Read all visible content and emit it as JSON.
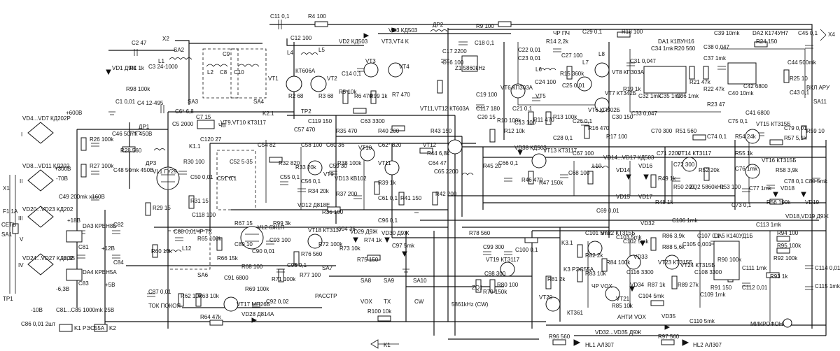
{
  "labels": [
    {
      "id": "c11",
      "text": "C11 0,1"
    },
    {
      "id": "r4",
      "text": "R4 100"
    },
    {
      "id": "vd3",
      "text": "VD3 КД503"
    },
    {
      "id": "vt3vt4",
      "text": "VT3,VT4  K"
    },
    {
      "id": "dr2",
      "text": "ДР2"
    },
    {
      "id": "r9",
      "text": "R9 100"
    },
    {
      "id": "chr_pch",
      "text": "ЧР ПЧ"
    },
    {
      "id": "r14",
      "text": "R14 2,2k"
    },
    {
      "id": "c29",
      "text": "C29 0,1"
    },
    {
      "id": "r18",
      "text": "R18 100"
    },
    {
      "id": "da1",
      "text": "DA1 К1ВУН16"
    },
    {
      "id": "c34",
      "text": "C34 1mk"
    },
    {
      "id": "r20",
      "text": "R20 560"
    },
    {
      "id": "c39",
      "text": "C39 10mk"
    },
    {
      "id": "da2",
      "text": "DA2 К174УН7"
    },
    {
      "id": "c45",
      "text": "C45 0,1"
    },
    {
      "id": "r24",
      "text": "R24 150"
    },
    {
      "id": "x4",
      "text": "X4"
    },
    {
      "id": "c44",
      "text": "C44 500mk"
    },
    {
      "id": "c2",
      "text": "C2 47"
    },
    {
      "id": "vd1",
      "text": "VD1 Д9Ж"
    },
    {
      "id": "r1",
      "text": "R1 1k"
    },
    {
      "id": "c3",
      "text": "C3 24-1000"
    },
    {
      "id": "x2",
      "text": "X2"
    },
    {
      "id": "sa2",
      "text": "SA2"
    },
    {
      "id": "l1",
      "text": "L1"
    },
    {
      "id": "c9",
      "text": "C9"
    },
    {
      "id": "c12",
      "text": "C12 100"
    },
    {
      "id": "l4",
      "text": "L4"
    },
    {
      "id": "l5",
      "text": "L5"
    },
    {
      "id": "vd2",
      "text": "VD2 КД503"
    },
    {
      "id": "vt3",
      "text": "VT3"
    },
    {
      "id": "vt4",
      "text": "VT4"
    },
    {
      "id": "c17",
      "text": "C17 2200"
    },
    {
      "id": "c18",
      "text": "C18 0,1"
    },
    {
      "id": "c16",
      "text": "C16 100"
    },
    {
      "id": "c22",
      "text": "C22 0,01"
    },
    {
      "id": "c23",
      "text": "C23 0,01"
    },
    {
      "id": "l6",
      "text": "L6"
    },
    {
      "id": "c27",
      "text": "C27 100"
    },
    {
      "id": "l7",
      "text": "L7"
    },
    {
      "id": "l8",
      "text": "L8"
    },
    {
      "id": "vt8",
      "text": "VT8 КП303А"
    },
    {
      "id": "c31",
      "text": "C31 0,047"
    },
    {
      "id": "c38",
      "text": "C38 0,047"
    },
    {
      "id": "c37",
      "text": "C37 1mk"
    },
    {
      "id": "sa3",
      "text": "SA3"
    },
    {
      "id": "l2",
      "text": "L2"
    },
    {
      "id": "c8",
      "text": "C8"
    },
    {
      "id": "c10",
      "text": "C10"
    },
    {
      "id": "sa4",
      "text": "SA4"
    },
    {
      "id": "vt1",
      "text": "VT1"
    },
    {
      "id": "vt2",
      "text": "VT2"
    },
    {
      "id": "kt606a",
      "text": "КТ606А"
    },
    {
      "id": "c14",
      "text": "C14 0,1"
    },
    {
      "id": "r5",
      "text": "R5 10k"
    },
    {
      "id": "r6",
      "text": "R6 470"
    },
    {
      "id": "r99",
      "text": "R99 1k"
    },
    {
      "id": "r7",
      "text": "R7 470"
    },
    {
      "id": "z1",
      "text": "Z1 5860kHz"
    },
    {
      "id": "vt5",
      "text": "VT5"
    },
    {
      "id": "vt6",
      "text": "VT6 КП303А"
    },
    {
      "id": "c24",
      "text": "C24 100"
    },
    {
      "id": "r15",
      "text": "R15 360k"
    },
    {
      "id": "c25",
      "text": "C25 0,01"
    },
    {
      "id": "vt7",
      "text": "VT7 КТ342Б"
    },
    {
      "id": "r19",
      "text": "R19 1k"
    },
    {
      "id": "c32",
      "text": "C32 1mk"
    },
    {
      "id": "c33",
      "text": "C33 0,047"
    },
    {
      "id": "c35",
      "text": "C35 1mk"
    },
    {
      "id": "c36",
      "text": "C36 1mk"
    },
    {
      "id": "r21",
      "text": "R21 47k"
    },
    {
      "id": "r22",
      "text": "R22 47k"
    },
    {
      "id": "c40",
      "text": "C40 10mk"
    },
    {
      "id": "c42",
      "text": "C42 6800"
    },
    {
      "id": "r25",
      "text": "R25 10"
    },
    {
      "id": "c43",
      "text": "C43 0,1"
    },
    {
      "id": "vkl_aru",
      "text": "ВКЛ АРУ"
    },
    {
      "id": "sa11",
      "text": "SA11"
    },
    {
      "id": "r23",
      "text": "R23 47"
    },
    {
      "id": "c41",
      "text": "C41 6800"
    },
    {
      "id": "r98",
      "text": "R98 100k"
    },
    {
      "id": "c1",
      "text": "C1 0,01"
    },
    {
      "id": "c4",
      "text": "C4 12-495"
    },
    {
      "id": "r2",
      "text": "R2 68"
    },
    {
      "id": "r3",
      "text": "R3 68"
    },
    {
      "id": "tr2",
      "text": "ТР2"
    },
    {
      "id": "c5",
      "text": "C5 2000"
    },
    {
      "id": "c6",
      "text": "C6* 6,8"
    },
    {
      "id": "k2_1",
      "text": "K2.1"
    },
    {
      "id": "vt9vt10",
      "text": "VT9,VT10 КТ3117"
    },
    {
      "id": "c19",
      "text": "C19 100"
    },
    {
      "id": "vt11vt12",
      "text": "VT11,VT12 КТ603А"
    },
    {
      "id": "c13",
      "text": "C13 100"
    },
    {
      "id": "c26",
      "text": "C26 0,1"
    },
    {
      "id": "r13",
      "text": "R13 100k"
    },
    {
      "id": "vt6b",
      "text": "VT6 КП302Б"
    },
    {
      "id": "c30",
      "text": "C30 150"
    },
    {
      "id": "c20",
      "text": "C20 15"
    },
    {
      "id": "c117",
      "text": "C117 180"
    },
    {
      "id": "r10",
      "text": "R10 100k"
    },
    {
      "id": "c21",
      "text": "C21 0,1"
    },
    {
      "id": "r11",
      "text": "R11 470"
    },
    {
      "id": "r12",
      "text": "R12 10k"
    },
    {
      "id": "r16",
      "text": "R16 470"
    },
    {
      "id": "c28",
      "text": "C28 0,1"
    },
    {
      "id": "r17",
      "text": "R17 100"
    },
    {
      "id": "c75",
      "text": "C75 0,1"
    },
    {
      "id": "vd4vd7",
      "text": "VD4...VD7 КД202Р"
    },
    {
      "id": "plus600",
      "text": "+600В"
    },
    {
      "id": "c46",
      "text": "C46 50mk 450В"
    },
    {
      "id": "r26",
      "text": "R26 100k"
    },
    {
      "id": "dr1",
      "text": "ДР1"
    },
    {
      "id": "c7",
      "text": "C7 15"
    },
    {
      "id": "chv",
      "text": "ЧВ"
    },
    {
      "id": "c120",
      "text": "C120 27"
    },
    {
      "id": "c119",
      "text": "C119 150"
    },
    {
      "id": "c63",
      "text": "C63 3300"
    },
    {
      "id": "c57",
      "text": "C57 470"
    },
    {
      "id": "r35",
      "text": "R35 470"
    },
    {
      "id": "r40",
      "text": "R40 200"
    },
    {
      "id": "vt12",
      "text": "VT12"
    },
    {
      "id": "r43",
      "text": "R43 150"
    },
    {
      "id": "r44",
      "text": "R44 6,8k"
    },
    {
      "id": "c64",
      "text": "C64 47"
    },
    {
      "id": "c65",
      "text": "C65 2200"
    },
    {
      "id": "vd8vd11",
      "text": "VD8...VD11 КД202"
    },
    {
      "id": "r27",
      "text": "R27 100k"
    },
    {
      "id": "c48",
      "text": "C48 50mk 450В"
    },
    {
      "id": "r28",
      "text": "R28 560"
    },
    {
      "id": "dr3",
      "text": "ДР3"
    },
    {
      "id": "k1_1",
      "text": "K1.1"
    },
    {
      "id": "r30",
      "text": "R30 100"
    },
    {
      "id": "c54",
      "text": "C54 82"
    },
    {
      "id": "c58",
      "text": "C58 100"
    },
    {
      "id": "c60",
      "text": "C60 36"
    },
    {
      "id": "c62",
      "text": "C62* 820"
    },
    {
      "id": "vt9",
      "text": "VT9"
    },
    {
      "id": "vt10",
      "text": "VT10"
    },
    {
      "id": "vt11",
      "text": "VT11"
    },
    {
      "id": "c52",
      "text": "C52 5-35"
    },
    {
      "id": "r32",
      "text": "R32 820"
    },
    {
      "id": "r33",
      "text": "R33 20k"
    },
    {
      "id": "c59",
      "text": "C59 30"
    },
    {
      "id": "r38",
      "text": "R38 100k"
    },
    {
      "id": "vd13",
      "text": "VD13 КВ102"
    },
    {
      "id": "r39",
      "text": "R39 1k"
    },
    {
      "id": "r45",
      "text": "R45 20"
    },
    {
      "id": "vd38",
      "text": "VD38 КД503"
    },
    {
      "id": "vt13",
      "text": "VT13 КТ3117"
    },
    {
      "id": "c67",
      "text": "C67 100"
    },
    {
      "id": "l10",
      "text": "L10"
    },
    {
      "id": "vd14vd17",
      "text": "VD14...VD17 КД503"
    },
    {
      "id": "r49",
      "text": "R49 1k"
    },
    {
      "id": "c70",
      "text": "C70 300"
    },
    {
      "id": "r51",
      "text": "R51 560"
    },
    {
      "id": "c74",
      "text": "C74 0,1"
    },
    {
      "id": "r54",
      "text": "R54 24k"
    },
    {
      "id": "vt15vt16",
      "text": "VT15 КТ315Б"
    },
    {
      "id": "c79",
      "text": "C79 0,01"
    },
    {
      "id": "r57",
      "text": "R57 5,1k"
    },
    {
      "id": "r59",
      "text": "R59 10"
    },
    {
      "id": "pm300",
      "text": "+300В"
    },
    {
      "id": "m70",
      "text": "-70В"
    },
    {
      "id": "vl1",
      "text": "VL1 ГУ29"
    },
    {
      "id": "c49",
      "text": "C49 200mk x160В"
    },
    {
      "id": "r29",
      "text": "R29 15"
    },
    {
      "id": "r31",
      "text": "R31 15"
    },
    {
      "id": "c50",
      "text": "C50 0,01"
    },
    {
      "id": "c51",
      "text": "C51 0,1"
    },
    {
      "id": "c55",
      "text": "C55 0,1"
    },
    {
      "id": "c56",
      "text": "C56 0,1"
    },
    {
      "id": "r34",
      "text": "R34 20k"
    },
    {
      "id": "r37",
      "text": "R37 200"
    },
    {
      "id": "vd12",
      "text": "VD12 Д818Е"
    },
    {
      "id": "c61",
      "text": "C61 0,1"
    },
    {
      "id": "r41",
      "text": "R41 150"
    },
    {
      "id": "r42",
      "text": "R42 200"
    },
    {
      "id": "c66",
      "text": "C66 0,1"
    },
    {
      "id": "r46",
      "text": "R46 470"
    },
    {
      "id": "r47",
      "text": "R47 150k"
    },
    {
      "id": "c68",
      "text": "C68 100"
    },
    {
      "id": "vd14",
      "text": "VD14"
    },
    {
      "id": "vd15",
      "text": "VD15"
    },
    {
      "id": "vd16",
      "text": "VD16"
    },
    {
      "id": "vd17",
      "text": "VD17"
    },
    {
      "id": "c71",
      "text": "C71 2200"
    },
    {
      "id": "c72",
      "text": "C72 300"
    },
    {
      "id": "vt14",
      "text": "VT14 КТ3117"
    },
    {
      "id": "r52",
      "text": "R52 20k"
    },
    {
      "id": "r50",
      "text": "R50 200"
    },
    {
      "id": "zq2",
      "text": "ZQ2 5860kHz"
    },
    {
      "id": "r53",
      "text": "R53 100"
    },
    {
      "id": "r55",
      "text": "R55 1k"
    },
    {
      "id": "c76",
      "text": "C76 1mk"
    },
    {
      "id": "vt16",
      "text": "VT16 КТ315Б"
    },
    {
      "id": "r58",
      "text": "R58 3,9k"
    },
    {
      "id": "c80",
      "text": "C80 5mk"
    },
    {
      "id": "c77",
      "text": "C77 1mk"
    },
    {
      "id": "vd18",
      "text": "VD18"
    },
    {
      "id": "c78",
      "text": "C78 0,1"
    },
    {
      "id": "r56",
      "text": "R56 100k"
    },
    {
      "id": "vd19",
      "text": "VD19"
    },
    {
      "id": "c73",
      "text": "C73 0,1"
    },
    {
      "id": "r48",
      "text": "R48 1k"
    },
    {
      "id": "c69",
      "text": "C69 0,01"
    },
    {
      "id": "x1",
      "text": "X1"
    },
    {
      "id": "f1",
      "text": "F1 1A"
    },
    {
      "id": "set",
      "text": "СЕТЬ"
    },
    {
      "id": "sa1",
      "text": "SA1"
    },
    {
      "id": "tr1",
      "text": "TP1"
    },
    {
      "id": "vd20vd23",
      "text": "VD20...VD23 КД202"
    },
    {
      "id": "p18",
      "text": "+18В"
    },
    {
      "id": "da3",
      "text": "DA3 КРЕН8Б"
    },
    {
      "id": "c82",
      "text": "C82"
    },
    {
      "id": "c81",
      "text": "C81"
    },
    {
      "id": "p12",
      "text": "+12В"
    },
    {
      "id": "c118",
      "text": "C118 100"
    },
    {
      "id": "c88",
      "text": "C88 0,01"
    },
    {
      "id": "r60",
      "text": "R60 10k"
    },
    {
      "id": "l12",
      "text": "L12"
    },
    {
      "id": "sa6",
      "text": "SA6"
    },
    {
      "id": "chr_tx",
      "text": "ЧР ТХ"
    },
    {
      "id": "r65",
      "text": "R65 100k"
    },
    {
      "id": "r66",
      "text": "R66 15k"
    },
    {
      "id": "r67",
      "text": "R67 15"
    },
    {
      "id": "vl2",
      "text": "VL2 6Ж1П"
    },
    {
      "id": "c89",
      "text": "C89 10"
    },
    {
      "id": "c90",
      "text": "C90 0,01"
    },
    {
      "id": "r68",
      "text": "R68 100"
    },
    {
      "id": "c91",
      "text": "C91 6800"
    },
    {
      "id": "r99b",
      "text": "R99 3k"
    },
    {
      "id": "vt18",
      "text": "VT18 КТ3117"
    },
    {
      "id": "c93",
      "text": "C93 100"
    },
    {
      "id": "r76",
      "text": "R76 560"
    },
    {
      "id": "r72",
      "text": "R72 100k"
    },
    {
      "id": "c94",
      "text": "C94 36"
    },
    {
      "id": "r36",
      "text": "R36 100"
    },
    {
      "id": "vd29",
      "text": "VD29 Д9Ж"
    },
    {
      "id": "r74",
      "text": "R74 1k"
    },
    {
      "id": "c96",
      "text": "C96 0,1"
    },
    {
      "id": "vd30",
      "text": "VD30 Д9Ж"
    },
    {
      "id": "c97",
      "text": "C97 5mk"
    },
    {
      "id": "r73",
      "text": "R73 10k"
    },
    {
      "id": "r75",
      "text": "R75 150"
    },
    {
      "id": "r78",
      "text": "R78 560"
    },
    {
      "id": "c99",
      "text": "C99 300"
    },
    {
      "id": "vt19",
      "text": "VT19 КТ3117"
    },
    {
      "id": "c100",
      "text": "C100 0,1"
    },
    {
      "id": "r77",
      "text": "R77 100"
    },
    {
      "id": "c95",
      "text": "C95 0,1"
    },
    {
      "id": "c98",
      "text": "C98 300"
    },
    {
      "id": "zq1",
      "text": "ZQ1"
    },
    {
      "id": "r79",
      "text": "R79 150k"
    },
    {
      "id": "r80",
      "text": "R80 100"
    },
    {
      "id": "k3_1",
      "text": "K3.1"
    },
    {
      "id": "c101",
      "text": "C101 5mk"
    },
    {
      "id": "vt22",
      "text": "VT22 КТ315Б"
    },
    {
      "id": "r82",
      "text": "R82 2k"
    },
    {
      "id": "k3",
      "text": "K3 РЭС55А"
    },
    {
      "id": "r83",
      "text": "R83 10k"
    },
    {
      "id": "vd32",
      "text": "VD32"
    },
    {
      "id": "c102",
      "text": "C102 5mk"
    },
    {
      "id": "r86",
      "text": "R86 3,9k"
    },
    {
      "id": "r88",
      "text": "R88 5,6k"
    },
    {
      "id": "c105",
      "text": "C105 0,001"
    },
    {
      "id": "c106",
      "text": "C106 1mk"
    },
    {
      "id": "c107",
      "text": "C107 0,1"
    },
    {
      "id": "da5",
      "text": "DA5 К140УД1Б"
    },
    {
      "id": "c113",
      "text": "C113 1mk"
    },
    {
      "id": "r94",
      "text": "R94 100"
    },
    {
      "id": "vd18vd19",
      "text": "VD18,VD19 Д9Ж"
    },
    {
      "id": "vd24vd27",
      "text": "VD24...VD27 КД202"
    },
    {
      "id": "m63",
      "text": "-6,3В"
    },
    {
      "id": "da4",
      "text": "DA4 КРЕН5А"
    },
    {
      "id": "c84",
      "text": "C84"
    },
    {
      "id": "c83",
      "text": "C83"
    },
    {
      "id": "p5",
      "text": "+5В"
    },
    {
      "id": "m63b",
      "text": "-6,3В"
    },
    {
      "id": "m10",
      "text": "-10В"
    },
    {
      "id": "c85",
      "text": "C81...C85 1000mk 25В"
    },
    {
      "id": "c86",
      "text": "C86 0,01 2шт"
    },
    {
      "id": "k1",
      "text": "K1 РЭС55А"
    },
    {
      "id": "k2",
      "text": "K2"
    },
    {
      "id": "c87",
      "text": "C87 0,01"
    },
    {
      "id": "tok",
      "text": "ТОК ПОКОЯ"
    },
    {
      "id": "r62",
      "text": "R62 10k"
    },
    {
      "id": "r63",
      "text": "R63 10k"
    },
    {
      "id": "vt17",
      "text": "VT17 МП26Б"
    },
    {
      "id": "r69",
      "text": "R69 100k"
    },
    {
      "id": "r71",
      "text": "R71 100k"
    },
    {
      "id": "c92",
      "text": "C92 0,02"
    },
    {
      "id": "r64",
      "text": "R64 47k"
    },
    {
      "id": "vd28",
      "text": "VD28 Д814А"
    },
    {
      "id": "sa7",
      "text": "SA7"
    },
    {
      "id": "rasstr",
      "text": "РАССТР"
    },
    {
      "id": "sa8",
      "text": "SA8"
    },
    {
      "id": "sa9",
      "text": "SA9"
    },
    {
      "id": "vox",
      "text": "VOX"
    },
    {
      "id": "tx",
      "text": "TX"
    },
    {
      "id": "r100",
      "text": "R100 10k"
    },
    {
      "id": "sa10",
      "text": "SA10"
    },
    {
      "id": "cw",
      "text": "CW"
    },
    {
      "id": "zq1f",
      "text": "5861kHz (CW)"
    },
    {
      "id": "vt20",
      "text": "VT20"
    },
    {
      "id": "r81",
      "text": "R81 2k"
    },
    {
      "id": "kt361",
      "text": "КТ361"
    },
    {
      "id": "chr_vox",
      "text": "ЧР VOX"
    },
    {
      "id": "vt21",
      "text": "VT21"
    },
    {
      "id": "c103",
      "text": "C103 5mk"
    },
    {
      "id": "r84",
      "text": "R84 100k"
    },
    {
      "id": "c116",
      "text": "C116 3300"
    },
    {
      "id": "r85",
      "text": "R85 10k"
    },
    {
      "id": "anti_vox",
      "text": "АНТИ VOX"
    },
    {
      "id": "vt23",
      "text": "VT23 КТ315Б"
    },
    {
      "id": "vt24",
      "text": "VT24 КТ315Б"
    },
    {
      "id": "r87",
      "text": "R87 1k"
    },
    {
      "id": "c104",
      "text": "C104 5mk"
    },
    {
      "id": "r89",
      "text": "R89 27k"
    },
    {
      "id": "vd33",
      "text": "VD33"
    },
    {
      "id": "vd34",
      "text": "VD34"
    },
    {
      "id": "vd35",
      "text": "VD35"
    },
    {
      "id": "r90",
      "text": "R90 100k"
    },
    {
      "id": "c108",
      "text": "C108 3300"
    },
    {
      "id": "r91",
      "text": "R91 150"
    },
    {
      "id": "c112",
      "text": "C112 0,01"
    },
    {
      "id": "c109",
      "text": "C109 1mk"
    },
    {
      "id": "c110",
      "text": "C110 5mk"
    },
    {
      "id": "r95",
      "text": "R95 100k"
    },
    {
      "id": "r92",
      "text": "R92 100k"
    },
    {
      "id": "c111",
      "text": "C111 1mk"
    },
    {
      "id": "r93",
      "text": "R93 1k"
    },
    {
      "id": "c114",
      "text": "C114 0,01"
    },
    {
      "id": "c115",
      "text": "C115 1mk"
    },
    {
      "id": "mic",
      "text": "МИКРОФОН"
    },
    {
      "id": "r96",
      "text": "R96 560"
    },
    {
      "id": "hl1",
      "text": "HL1 АЛ307"
    },
    {
      "id": "k1_2",
      "text": "K1"
    },
    {
      "id": "vd32vd35",
      "text": "VD32...VD35 Д9Ж"
    },
    {
      "id": "r97",
      "text": "R97 560"
    },
    {
      "id": "hl2",
      "text": "HL2 АЛ307"
    },
    {
      "id": "roman1",
      "text": "I"
    },
    {
      "id": "roman2",
      "text": "II"
    },
    {
      "id": "roman3",
      "text": "III"
    },
    {
      "id": "roman4",
      "text": "IV"
    },
    {
      "id": "roman5",
      "text": "V"
    }
  ]
}
